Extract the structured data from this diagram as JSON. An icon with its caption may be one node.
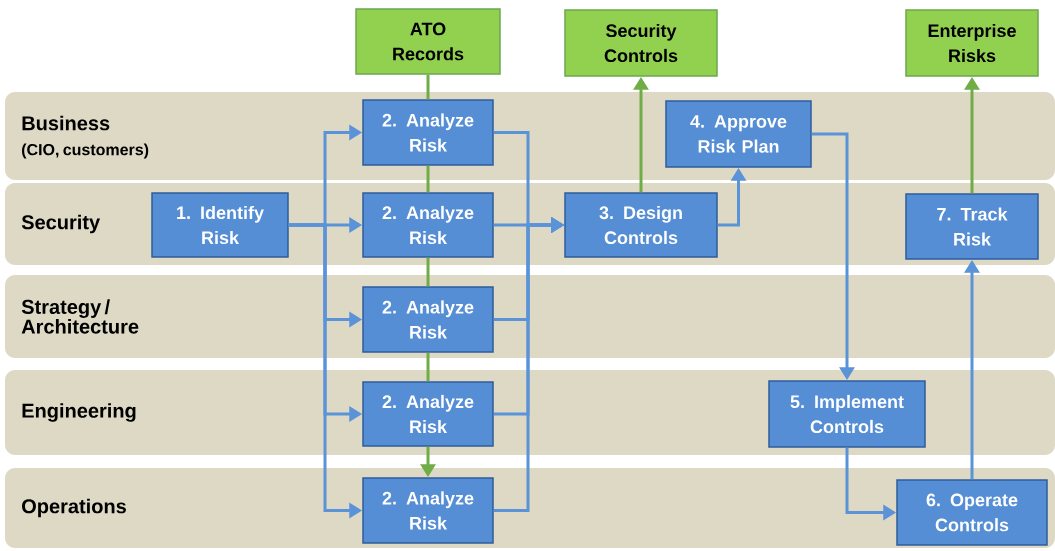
{
  "diagram": {
    "nodes": [
      {
        "text": [
          "ATO Records"
        ]
      },
      {
        "text": [
          "Security Controls"
        ]
      },
      {
        "text": [
          "Enterprise Risks"
        ]
      },
      {
        "text": [
          "Business",
          "(CIO, customers)"
        ]
      },
      {
        "text": [
          "2. Analyze Risk"
        ],
        "in": 3
      },
      {
        "text": [
          "4. Approve Risk Plan"
        ],
        "in": 3
      },
      {
        "text": [
          "Security"
        ]
      },
      {
        "text": [
          "1. Identify Risk"
        ],
        "in": 6
      },
      {
        "text": [
          "2. Analyze Risk"
        ],
        "in": 6
      },
      {
        "text": [
          "3. Design Controls"
        ],
        "in": 6
      },
      {
        "text": [
          "7. Track Risk"
        ],
        "in": 6
      },
      {
        "text": [
          "Strategy / Architecture"
        ]
      },
      {
        "text": [
          "2. Analyze Risk"
        ],
        "in": 11
      },
      {
        "text": [
          "Engineering"
        ]
      },
      {
        "text": [
          "2. Analyze Risk"
        ],
        "in": 13
      },
      {
        "text": [
          "5. Implement Controls"
        ],
        "in": 13
      },
      {
        "text": [
          "Operations"
        ]
      },
      {
        "text": [
          "2. Analyze Risk"
        ],
        "in": 16
      },
      {
        "text": [
          "6. Operate Controls"
        ],
        "in": 16
      }
    ],
    "edges": [
      {
        "from": 0,
        "to": 4,
        "arrow": "none",
        "color": "#70ad47"
      },
      {
        "from": 4,
        "to": 8,
        "arrow": "none",
        "color": "#70ad47"
      },
      {
        "from": 8,
        "to": 12,
        "arrow": "none",
        "color": "#70ad47"
      },
      {
        "from": 12,
        "to": 14,
        "arrow": "none",
        "color": "#70ad47"
      },
      {
        "from": 14,
        "to": 17,
        "arrow": "to",
        "color": "#70ad47"
      },
      {
        "from": 9,
        "to": 1,
        "arrow": "to",
        "color": "#70ad47"
      },
      {
        "from": 10,
        "to": 2,
        "arrow": "to",
        "color": "#70ad47"
      },
      {
        "from": 7,
        "to": 8,
        "arrow": "to"
      },
      {
        "from": 7,
        "to": 4,
        "arrow": "to"
      },
      {
        "from": 7,
        "to": 12,
        "arrow": "to"
      },
      {
        "from": 7,
        "to": 14,
        "arrow": "to"
      },
      {
        "from": 7,
        "to": 17,
        "arrow": "to"
      },
      {
        "from": 4,
        "to": 9,
        "arrow": "to"
      },
      {
        "from": 8,
        "to": 9,
        "arrow": "to"
      },
      {
        "from": 12,
        "to": 9,
        "arrow": "to"
      },
      {
        "from": 14,
        "to": 9,
        "arrow": "to"
      },
      {
        "from": 17,
        "to": 9,
        "arrow": "to"
      },
      {
        "from": 9,
        "to": 5,
        "arrow": "to"
      },
      {
        "from": 5,
        "to": 15,
        "arrow": "to"
      },
      {
        "from": 15,
        "to": 18,
        "arrow": "to"
      },
      {
        "from": 18,
        "to": 10,
        "arrow": "to"
      }
    ]
  }
}
